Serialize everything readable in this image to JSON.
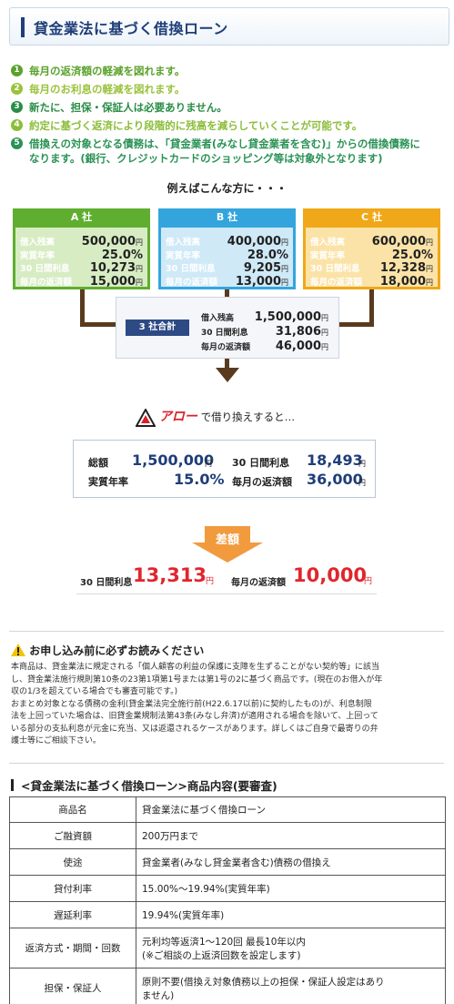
{
  "header": {
    "title": "貸金業法に基づく借換ローン"
  },
  "features": [
    {
      "num": "1",
      "text": "毎月の返済額の軽減を図れます。"
    },
    {
      "num": "2",
      "text": "毎月のお利息の軽減を図れます。"
    },
    {
      "num": "3",
      "text": "新たに、担保・保証人は必要ありません。"
    },
    {
      "num": "4",
      "text": "約定に基づく返済により段階的に残高を減らしていくことが可能です。"
    },
    {
      "num": "5",
      "text": "借換えの対象となる債務は、「貸金業者(みなし貸金業者を含む)」からの借換債務に",
      "text2": "なります。(銀行、クレジットカードのショッピング等は対象外となります)"
    }
  ],
  "example_title": "例えばこんな方に・・・",
  "companies": [
    {
      "name": "A 社",
      "rows": [
        {
          "l": "借入残高",
          "v": "500,000",
          "u": "円"
        },
        {
          "l": "実質年率",
          "v": "25.0%",
          "u": ""
        },
        {
          "l": "30 日間利息",
          "v": "10,273",
          "u": "円"
        },
        {
          "l": "毎月の返済額",
          "v": "15,000",
          "u": "円"
        }
      ]
    },
    {
      "name": "B 社",
      "rows": [
        {
          "l": "借入残高",
          "v": "400,000",
          "u": "円"
        },
        {
          "l": "実質年率",
          "v": "28.0%",
          "u": ""
        },
        {
          "l": "30 日間利息",
          "v": "9,205",
          "u": "円"
        },
        {
          "l": "毎月の返済額",
          "v": "13,000",
          "u": "円"
        }
      ]
    },
    {
      "name": "C 社",
      "rows": [
        {
          "l": "借入残高",
          "v": "600,000",
          "u": "円"
        },
        {
          "l": "実質年率",
          "v": "25.0%",
          "u": ""
        },
        {
          "l": "30 日間利息",
          "v": "12,328",
          "u": "円"
        },
        {
          "l": "毎月の返済額",
          "v": "18,000",
          "u": "円"
        }
      ]
    }
  ],
  "total": {
    "tag": "3 社合計",
    "rows": [
      {
        "l": "借入残高",
        "v": "1,500,000",
        "u": "円"
      },
      {
        "l": "30 日間利息",
        "v": "31,806",
        "u": "円"
      },
      {
        "l": "毎月の返済額",
        "v": "46,000",
        "u": "円"
      }
    ]
  },
  "arrow_brand": {
    "logo": "アロー",
    "text": "で借り換えすると…"
  },
  "result": {
    "total_label": "総額",
    "total_value": "1,500,000",
    "rate_label": "実質年率",
    "rate_value": "15.0%",
    "interest_label": "30 日間利息",
    "interest_value": "18,493",
    "monthly_label": "毎月の返済額",
    "monthly_value": "36,000",
    "unit": "円"
  },
  "difference": {
    "label": "差額",
    "interest_label": "30 日間利息",
    "interest_value": "13,313",
    "monthly_label": "毎月の返済額",
    "monthly_value": "10,000",
    "unit": "円"
  },
  "warning": {
    "title": "お申し込み前に必ずお読みください",
    "lines": [
      "本商品は、貸金業法に規定される「個人顧客の利益の保護に支障を生ずることがない契約等」に該当",
      "し、貸金業法施行規則第10条の23第1項第1号または第1号の2に基づく商品です。(現在のお借入が年",
      "収の1/3を超えている場合でも審査可能です。)",
      "おまとめ対象となる債務の金利(貸金業法完全施行前(H22.6.17以前)に契約したもの)が、利息制限",
      "法を上回っていた場合は、旧貸金業規制法第43条(みなし弁済)が適用される場合を除いて、上回って",
      "いる部分の支払利息が元金に充当、又は返還されるケースがあります。詳しくはご自身で最寄りの弁",
      "護士等にご相談下さい。"
    ]
  },
  "section": {
    "title": "<貸金業法に基づく借換ローン>商品内容(要審査)"
  },
  "table": [
    {
      "k": "商品名",
      "v": "貸金業法に基づく借換ローン"
    },
    {
      "k": "ご融資額",
      "v": "200万円まで"
    },
    {
      "k": "使途",
      "v": "貸金業者(みなし貸金業者含む)債務の借換え"
    },
    {
      "k": "貸付利率",
      "v": "15.00%〜19.94%(実質年率)"
    },
    {
      "k": "遅延利率",
      "v": "19.94%(実質年率)"
    },
    {
      "k": "返済方式・期間・回数",
      "v": "元利均等返済1〜120回 最長10年以内",
      "v2": "(※ご相談の上返済回数を設定します)"
    },
    {
      "k": "担保・保証人",
      "v": "原則不要(借換え対象債務以上の担保・保証人設定はあり",
      "v2": "ません)"
    }
  ]
}
